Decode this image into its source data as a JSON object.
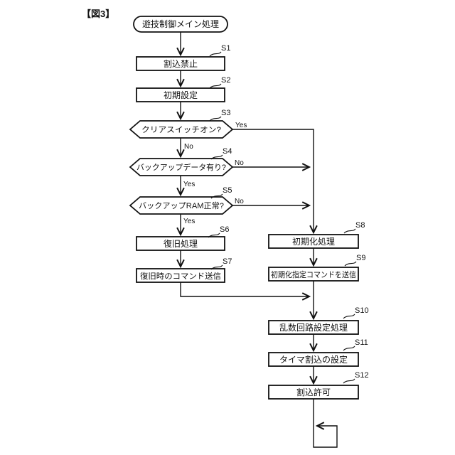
{
  "figure": {
    "label": "【図3】"
  },
  "flowchart": {
    "start": {
      "label": "遊技制御メイン処理"
    },
    "steps": [
      {
        "id": "S1",
        "type": "process",
        "label": "割込禁止"
      },
      {
        "id": "S2",
        "type": "process",
        "label": "初期設定"
      },
      {
        "id": "S3",
        "type": "decision",
        "label": "クリアスイッチオン?",
        "yes": "Yes",
        "no": "No"
      },
      {
        "id": "S4",
        "type": "decision",
        "label": "バックアップデータ有り?",
        "yes": "Yes",
        "no": "No"
      },
      {
        "id": "S5",
        "type": "decision",
        "label": "バックアップRAM正常?",
        "yes": "Yes",
        "no": "No"
      },
      {
        "id": "S6",
        "type": "process",
        "label": "復旧処理"
      },
      {
        "id": "S7",
        "type": "process",
        "label": "復旧時のコマンド送信"
      },
      {
        "id": "S8",
        "type": "process",
        "label": "初期化処理"
      },
      {
        "id": "S9",
        "type": "process",
        "label": "初期化指定コマンドを送信"
      },
      {
        "id": "S10",
        "type": "process",
        "label": "乱数回路設定処理"
      },
      {
        "id": "S11",
        "type": "process",
        "label": "タイマ割込の設定"
      },
      {
        "id": "S12",
        "type": "process",
        "label": "割込許可"
      }
    ],
    "colors": {
      "line": "#111111",
      "fill": "#ffffff",
      "background": "#ffffff"
    }
  }
}
